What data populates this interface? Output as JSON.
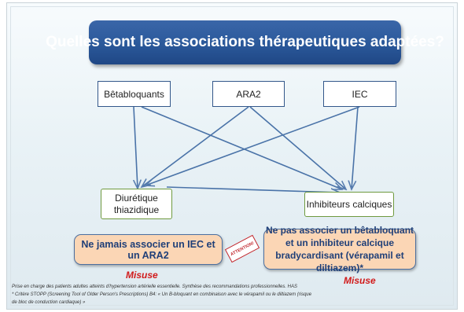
{
  "title": "Quelles sont les associations thérapeutiques adaptées?",
  "nodes": {
    "betabloquants": "Bêtabloquants",
    "ara2": "ARA2",
    "iec": "IEC",
    "diuretique": "Diurétique thiazidique",
    "inhibiteurs": "Inhibiteurs calciques"
  },
  "warnings": {
    "iec_ara2": "Ne jamais associer un IEC et un ARA2",
    "betabloquant_calcique": "Ne pas associer un bêtabloquant et un inhibiteur calcique bradycardisant (vérapamil et diltiazem)*",
    "attention": "ATTENTION!",
    "misuse": "Misuse"
  },
  "footnotes": [
    "Prise en charge des patients adultes atteints d'hypertension artérielle essentielle. Synthèse des recommandations professionnelles. HAS",
    "* Critère STOPP (Screening Tool of Older Person's Prescriptions) B4: « Un B-bloquant en combinaison avec le vérapamil ou le diltiazem (risque",
    "de bloc de conduction cardiaque) »"
  ],
  "colors": {
    "title_bg": "#2c5a9c",
    "top_border": "#33578a",
    "bottom_border": "#6f9a3f",
    "warning_bg": "#fbd6b5",
    "misuse": "#d11a1a"
  }
}
